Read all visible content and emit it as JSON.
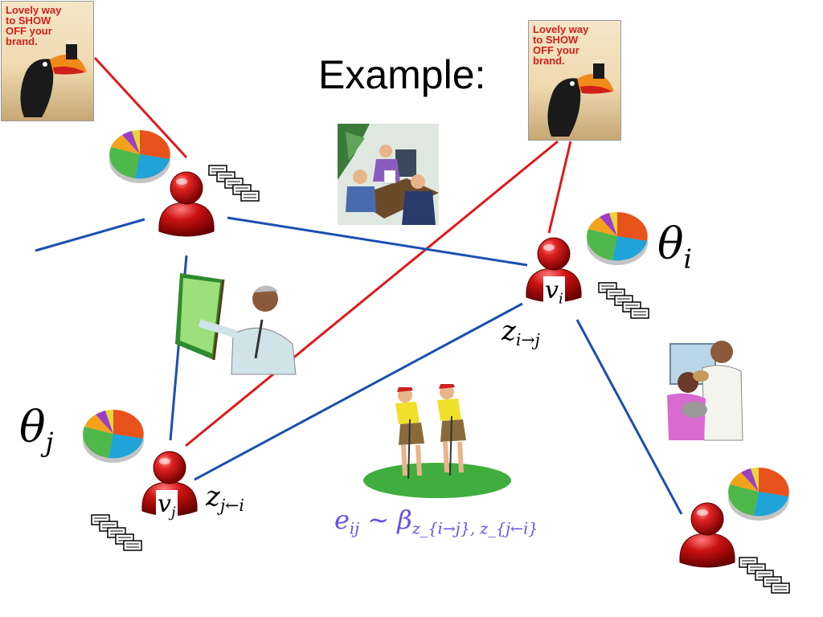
{
  "slide": {
    "title": "Example:",
    "poster_text": "Lovely way to SHOW OFF your brand.",
    "math": {
      "theta_i": "θ",
      "theta_i_sub": "i",
      "theta_j": "θ",
      "theta_j_sub": "j",
      "v_i": "v",
      "v_i_sub": "i",
      "v_j": "v",
      "v_j_sub": "j",
      "z_i_to_j": "z",
      "z_i_to_j_sub": "i→j",
      "z_j_from_i": "z",
      "z_j_from_i_sub": "j←i",
      "edge_formula": "e",
      "edge_formula_sub": "ij",
      "edge_formula_rel": " ∼ β",
      "edge_formula_rel_sub": "z_{i→j}, z_{j←i}"
    },
    "colors": {
      "red_edge": "#e01a1a",
      "blue_edge": "#1a4fb0",
      "person": "#c81414",
      "formula": "#6a4ee6"
    },
    "pie_colors": [
      "#e8531b",
      "#1fa3d8",
      "#4fb84a",
      "#f4a21c",
      "#9b3fc4",
      "#e9d43a"
    ]
  }
}
